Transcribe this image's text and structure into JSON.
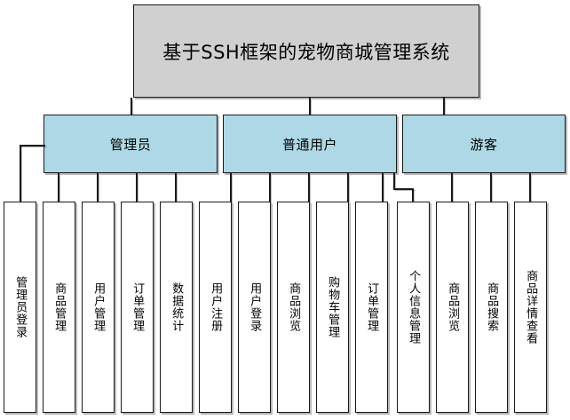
{
  "diagram": {
    "title": "基于SSH框架的宠物商城管理系统",
    "colors": {
      "root_fill": "#d0d0d0",
      "role_fill": "#aed8e6",
      "leaf_fill": "#ffffff",
      "stroke": "#1a1a1a",
      "background": "#ffffff"
    },
    "roles": [
      {
        "label": "管理员"
      },
      {
        "label": "普通用户"
      },
      {
        "label": "游客"
      }
    ],
    "leaves": [
      {
        "label": "管理员登录",
        "parent": "管理员"
      },
      {
        "label": "商品管理",
        "parent": "管理员"
      },
      {
        "label": "用户管理",
        "parent": "管理员"
      },
      {
        "label": "订单管理",
        "parent": "管理员"
      },
      {
        "label": "数据统计",
        "parent": "管理员"
      },
      {
        "label": "用户注册",
        "parent": "普通用户"
      },
      {
        "label": "用户登录",
        "parent": "普通用户"
      },
      {
        "label": "商品浏览",
        "parent": "普通用户"
      },
      {
        "label": "购物车管理",
        "parent": "普通用户"
      },
      {
        "label": "订单管理",
        "parent": "普通用户"
      },
      {
        "label": "个人信息管理",
        "parent": "普通用户"
      },
      {
        "label": "商品浏览",
        "parent": "游客"
      },
      {
        "label": "商品搜索",
        "parent": "游客"
      },
      {
        "label": "商品详情查看",
        "parent": "游客"
      }
    ]
  }
}
